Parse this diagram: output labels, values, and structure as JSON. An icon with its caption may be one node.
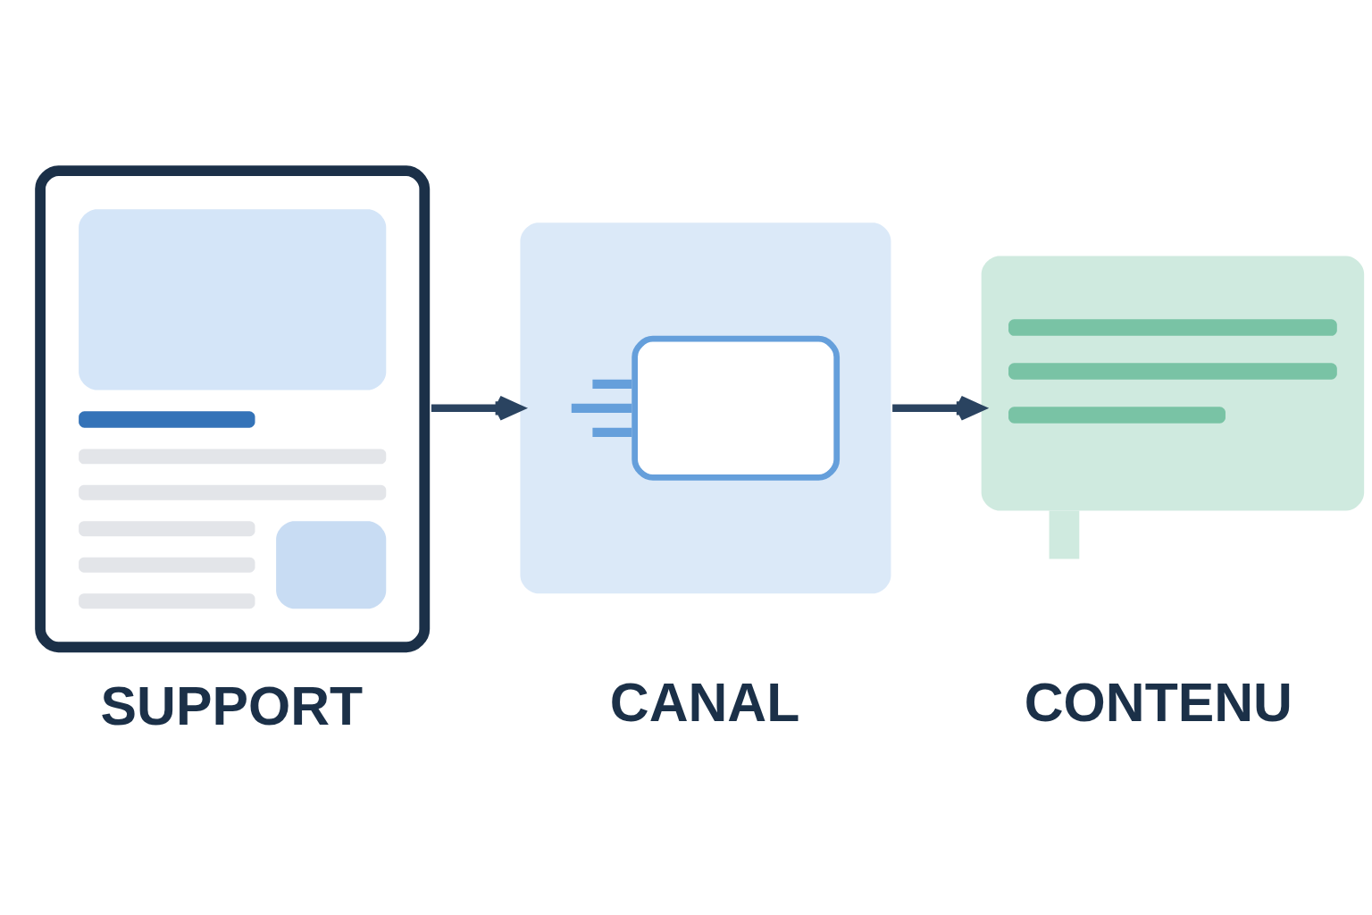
{
  "diagram": {
    "nodes": [
      {
        "text": [
          "SUPPORT"
        ]
      },
      {
        "text": [
          "CANAL"
        ]
      },
      {
        "text": [
          "CONTENU"
        ]
      }
    ],
    "edges": [
      {
        "from": 0,
        "to": 1,
        "arrow": "to"
      },
      {
        "from": 1,
        "to": 2,
        "arrow": "to"
      }
    ]
  }
}
